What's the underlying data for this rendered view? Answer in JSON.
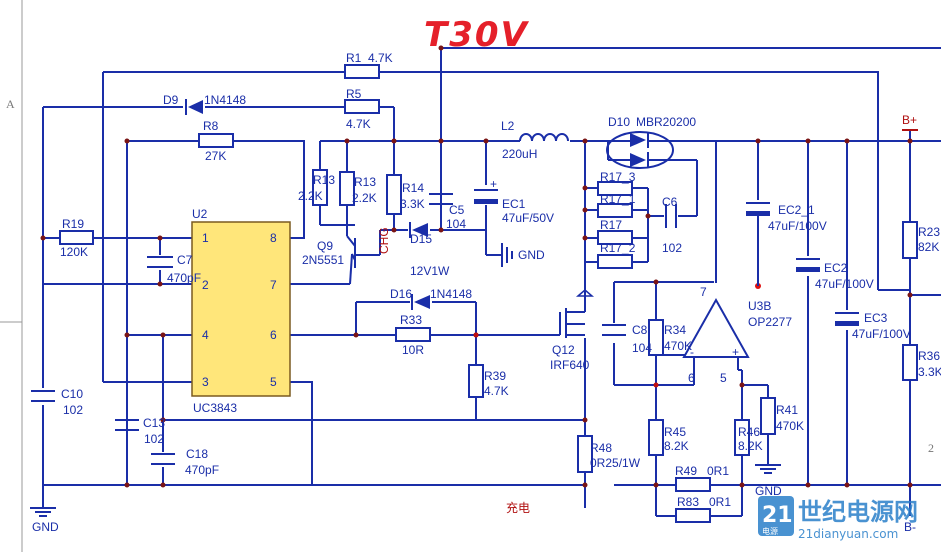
{
  "annotation": "T30V",
  "border": {
    "zone_A": "A",
    "zone_2": "2"
  },
  "ic": {
    "ref": "U2",
    "part": "UC3843",
    "pins": [
      "1",
      "2",
      "3",
      "4",
      "5",
      "6",
      "7",
      "8"
    ]
  },
  "components": {
    "R1": {
      "ref": "R1",
      "value": "4.7K"
    },
    "D9": {
      "ref": "D9",
      "value": "1N4148"
    },
    "R5": {
      "ref": "R5",
      "value": "4.7K"
    },
    "R8": {
      "ref": "R8",
      "value": "27K"
    },
    "R19": {
      "ref": "R19",
      "value": "120K"
    },
    "C7": {
      "ref": "C7",
      "value": "470pF"
    },
    "C10": {
      "ref": "C10",
      "value": "102"
    },
    "C13": {
      "ref": "C13",
      "value": "102"
    },
    "C18": {
      "ref": "C18",
      "value": "470pF"
    },
    "R13a": {
      "ref": "R13",
      "value": "2.2K"
    },
    "R13b": {
      "ref": "R13",
      "value": "2.2K"
    },
    "Q9": {
      "ref": "Q9",
      "value": "2N5551"
    },
    "R14": {
      "ref": "R14",
      "value": "3.3K"
    },
    "C5": {
      "ref": "C5",
      "value": "104"
    },
    "D15": {
      "ref": "D15",
      "value": "12V1W"
    },
    "CHG": {
      "ref": "CHG"
    },
    "L2": {
      "ref": "L2",
      "value": "220uH"
    },
    "EC1": {
      "ref": "EC1",
      "value": "47uF/50V"
    },
    "GND": "GND",
    "D16": {
      "ref": "D16",
      "value": "1N4148"
    },
    "R33": {
      "ref": "R33",
      "value": "10R"
    },
    "R39": {
      "ref": "R39",
      "value": "4.7K"
    },
    "Q12": {
      "ref": "Q12",
      "value": "IRF640"
    },
    "R48": {
      "ref": "R48",
      "value": "0R25/1W"
    },
    "D10": {
      "ref": "D10",
      "value": "MBR20200"
    },
    "R17_3": {
      "ref": "R17_3"
    },
    "R17_1": {
      "ref": "R17_1"
    },
    "R17": {
      "ref": "R17"
    },
    "R17_2": {
      "ref": "R17_2"
    },
    "C6": {
      "ref": "C6",
      "value": "102"
    },
    "C8": {
      "ref": "C8",
      "value": "104"
    },
    "R34": {
      "ref": "R34",
      "value": "470K"
    },
    "R45": {
      "ref": "R45",
      "value": "8.2K"
    },
    "R46": {
      "ref": "R46",
      "value": "8.2K"
    },
    "R41": {
      "ref": "R41",
      "value": "470K"
    },
    "U3B": {
      "ref": "U3B",
      "value": "OP2277"
    },
    "R49": {
      "ref": "R49",
      "value": "0R1"
    },
    "R83": {
      "ref": "R83",
      "value": "0R1"
    },
    "EC2_1": {
      "ref": "EC2_1",
      "value": "47uF/100V"
    },
    "EC2": {
      "ref": "EC2",
      "value": "47uF/100V"
    },
    "EC3": {
      "ref": "EC3",
      "value": "47uF/100V"
    },
    "R23": {
      "ref": "R23",
      "value": "82K"
    },
    "R36": {
      "ref": "R36",
      "value": "3.3K"
    }
  },
  "nets": {
    "bplus": "B+",
    "bminus": "B-",
    "charge": "充电",
    "gnd": "GND"
  },
  "opamp_pins": {
    "p7": "7",
    "p6": "6",
    "p5": "5",
    "minus": "-",
    "plus": "+"
  },
  "watermark": {
    "brand": "世纪电源网",
    "site": "21dianyuan.com",
    "badge": "电源"
  }
}
